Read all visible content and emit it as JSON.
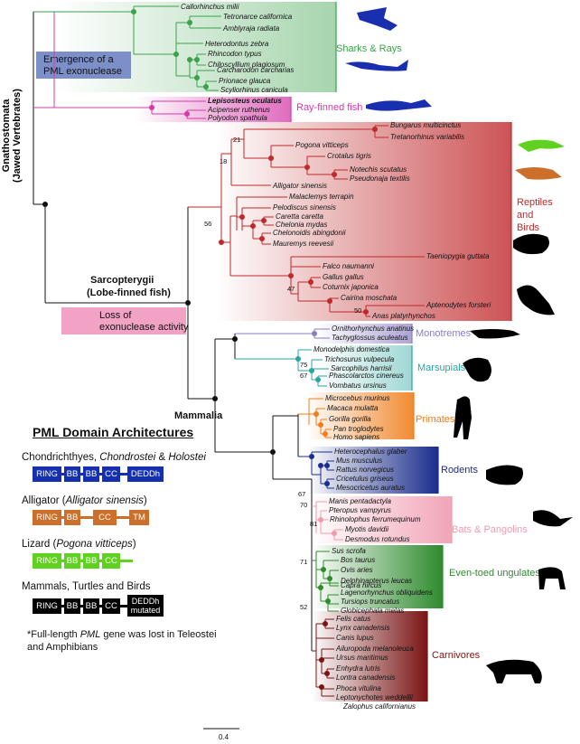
{
  "side_title": "Gnathostomata\n(Jawed Vertebrates)",
  "sarco_label_1": "Sarcopterygii",
  "sarco_label_2": "(Lobe-finned fish)",
  "mammalia_label": "Mammalia",
  "pml_emergence": "Emergence of a\nPML exonuclease",
  "loss_label": "Loss of\nexonuclease activity",
  "scale_label": "0.4",
  "colors": {
    "sharks": "#3aa24a",
    "rayfinned": "#d63aa8",
    "reptiles": "#c0282b",
    "monotremes": "#8a7cc4",
    "marsupials": "#2aa6a0",
    "primates": "#f07d1a",
    "rodents": "#1b2d8c",
    "bats": "#f09aae",
    "ungulates": "#2e8b2e",
    "carnivores": "#7a1414",
    "emergence_box": "#7d8fc8",
    "loss_box": "#f2a2c4",
    "blue": "#1430b0",
    "orange": "#cc6f2a",
    "green": "#5ed21f",
    "black": "#000000"
  },
  "clades": [
    {
      "name": "Sharks & Rays"
    },
    {
      "name": "Ray-finned fish"
    },
    {
      "name": "Reptiles\nand\nBirds"
    },
    {
      "name": "Monotremes"
    },
    {
      "name": "Marsupials"
    },
    {
      "name": "Primates"
    },
    {
      "name": "Rodents"
    },
    {
      "name": "Bats & Pangolins"
    },
    {
      "name": "Even-toed ungulates"
    },
    {
      "name": "Carnivores"
    }
  ],
  "taxa": [
    "Callorhinchus milii",
    "Tetronarce californica",
    "Amblyraja radiata",
    "Heterodontus zebra",
    "Rhincodon typus",
    "Chiloscyllium plagiosum",
    "Carcharodon carcharias",
    "Prionace glauca",
    "Scyliorhinus canicula",
    "Lepisosteus oculatus",
    "Acipenser ruthenus",
    "Polyodon spathula",
    "Bungarus multicinctus",
    "Tretanorhinus variabilis",
    "Pogona vitticeps",
    "Crotalus tigris",
    "Notechis scutatus",
    "Pseudonaja textilis",
    "Alligator sinensis",
    "Malaclemys terrapin",
    "Pelodiscus sinensis",
    "Caretta caretta",
    "Chelonia mydas",
    "Chelonoidis abingdonii",
    "Mauremys reevesii",
    "Taeniopygia guttata",
    "Falco naumanni",
    "Gallus gallus",
    "Coturnix japonica",
    "Cairina moschata",
    "Aptenodytes forsteri",
    "Anas platyrhynchos",
    "Ornithorhynchus anatinus",
    "Tachyglossus aculeatus",
    "Monodelphis domestica",
    "Trichosurus vulpecula",
    "Sarcophilus harrisii",
    "Phascolarctos cinereus",
    "Vombatus ursinus",
    "Microcebus murinus",
    "Macaca mulatta",
    "Gorilla gorilla",
    "Pan troglodytes",
    "Homo sapiens",
    "Heterocephalus glaber",
    "Mus musculus",
    "Rattus norvegicus",
    "Cricetulus griseus",
    "Mesocricetus auratus",
    "Manis pentadactyla",
    "Pteropus vampyrus",
    "Rhinolophus ferrumequinum",
    "Myotis davidii",
    "Desmodus rotundus",
    "Sus scrofa",
    "Bos taurus",
    "Ovis aries",
    "Capra hircus",
    "Delphinapterus leucas",
    "Lagenorhynchus obliquidens",
    "Tursiops truncatus",
    "Globicephala melas",
    "Felis catus",
    "Lynx canadensis",
    "Canis lupus",
    "Ailuropoda melanoleuca",
    "Ursus maritimus",
    "Enhydra lutris",
    "Lontra canadensis",
    "Phoca vitulina",
    "Leptonychotes weddellii",
    "Zalophus californianus"
  ],
  "support_values": [
    "21",
    "18",
    "56",
    "47",
    "50",
    "75",
    "67",
    "67",
    "70",
    "81",
    "71",
    "52"
  ],
  "arch": {
    "title": "PML Domain Architectures",
    "rows": [
      {
        "label_pre": "Chondrichthyes, ",
        "label_it1": "Chondrostei",
        "label_mid": " & ",
        "label_it2": "Holostei",
        "label_post": "",
        "domains": [
          "RING",
          "BB",
          "BB",
          "CC",
          "DEDDh"
        ]
      },
      {
        "label_pre": "Alligator (",
        "label_it1": "Alligator sinensis",
        "label_mid": "",
        "label_it2": "",
        "label_post": ")",
        "domains": [
          "RING",
          "BB",
          "CC",
          "TM"
        ]
      },
      {
        "label_pre": "Lizard (",
        "label_it1": "Pogona vitticeps",
        "label_mid": "",
        "label_it2": "",
        "label_post": ")",
        "domains": [
          "RING",
          "BB",
          "BB",
          "CC"
        ]
      },
      {
        "label_pre": "Mammals, Turtles and Birds",
        "label_it1": "",
        "label_mid": "",
        "label_it2": "",
        "label_post": "",
        "domains": [
          "RING",
          "BB",
          "BB",
          "CC",
          "DEDDh\nmutated"
        ]
      }
    ],
    "footnote_1": "*Full-length ",
    "footnote_it": "PML",
    "footnote_2": " gene was lost in Teleostei and Amphibians"
  }
}
